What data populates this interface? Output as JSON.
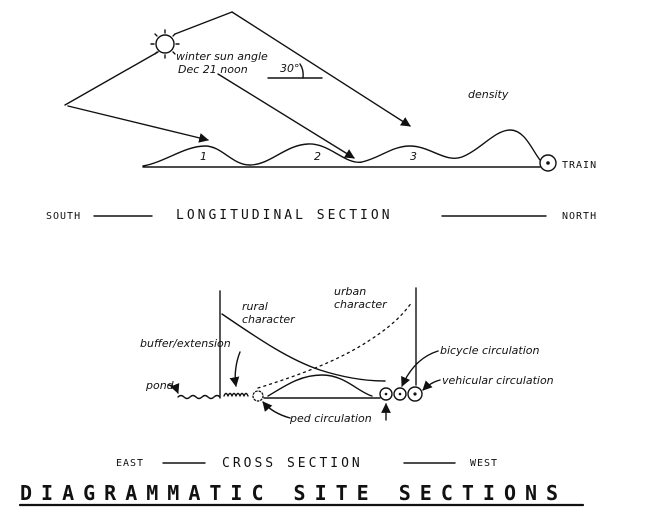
{
  "longitudinal": {
    "sun_label_line1": "winter sun angle",
    "sun_label_line2": "Dec 21 noon",
    "angle_label": "30°",
    "density_label": "density",
    "hill_labels": [
      "1",
      "2",
      "3"
    ],
    "train_label": "TRAIN",
    "south_label": "SOUTH",
    "section_label": "LONGITUDINAL SECTION",
    "north_label": "NORTH"
  },
  "cross": {
    "rural_label_line1": "rural",
    "rural_label_line2": "character",
    "urban_label_line1": "urban",
    "urban_label_line2": "character",
    "buffer_label": "buffer/extension",
    "pond_label": "pond",
    "ped_label": "ped circulation",
    "bicycle_label": "bicycle circulation",
    "vehicular_label": "vehicular circulation",
    "east_label": "EAST",
    "section_label": "CROSS SECTION",
    "west_label": "WEST"
  },
  "title": "DIAGRAMMATIC SITE SECTIONS"
}
